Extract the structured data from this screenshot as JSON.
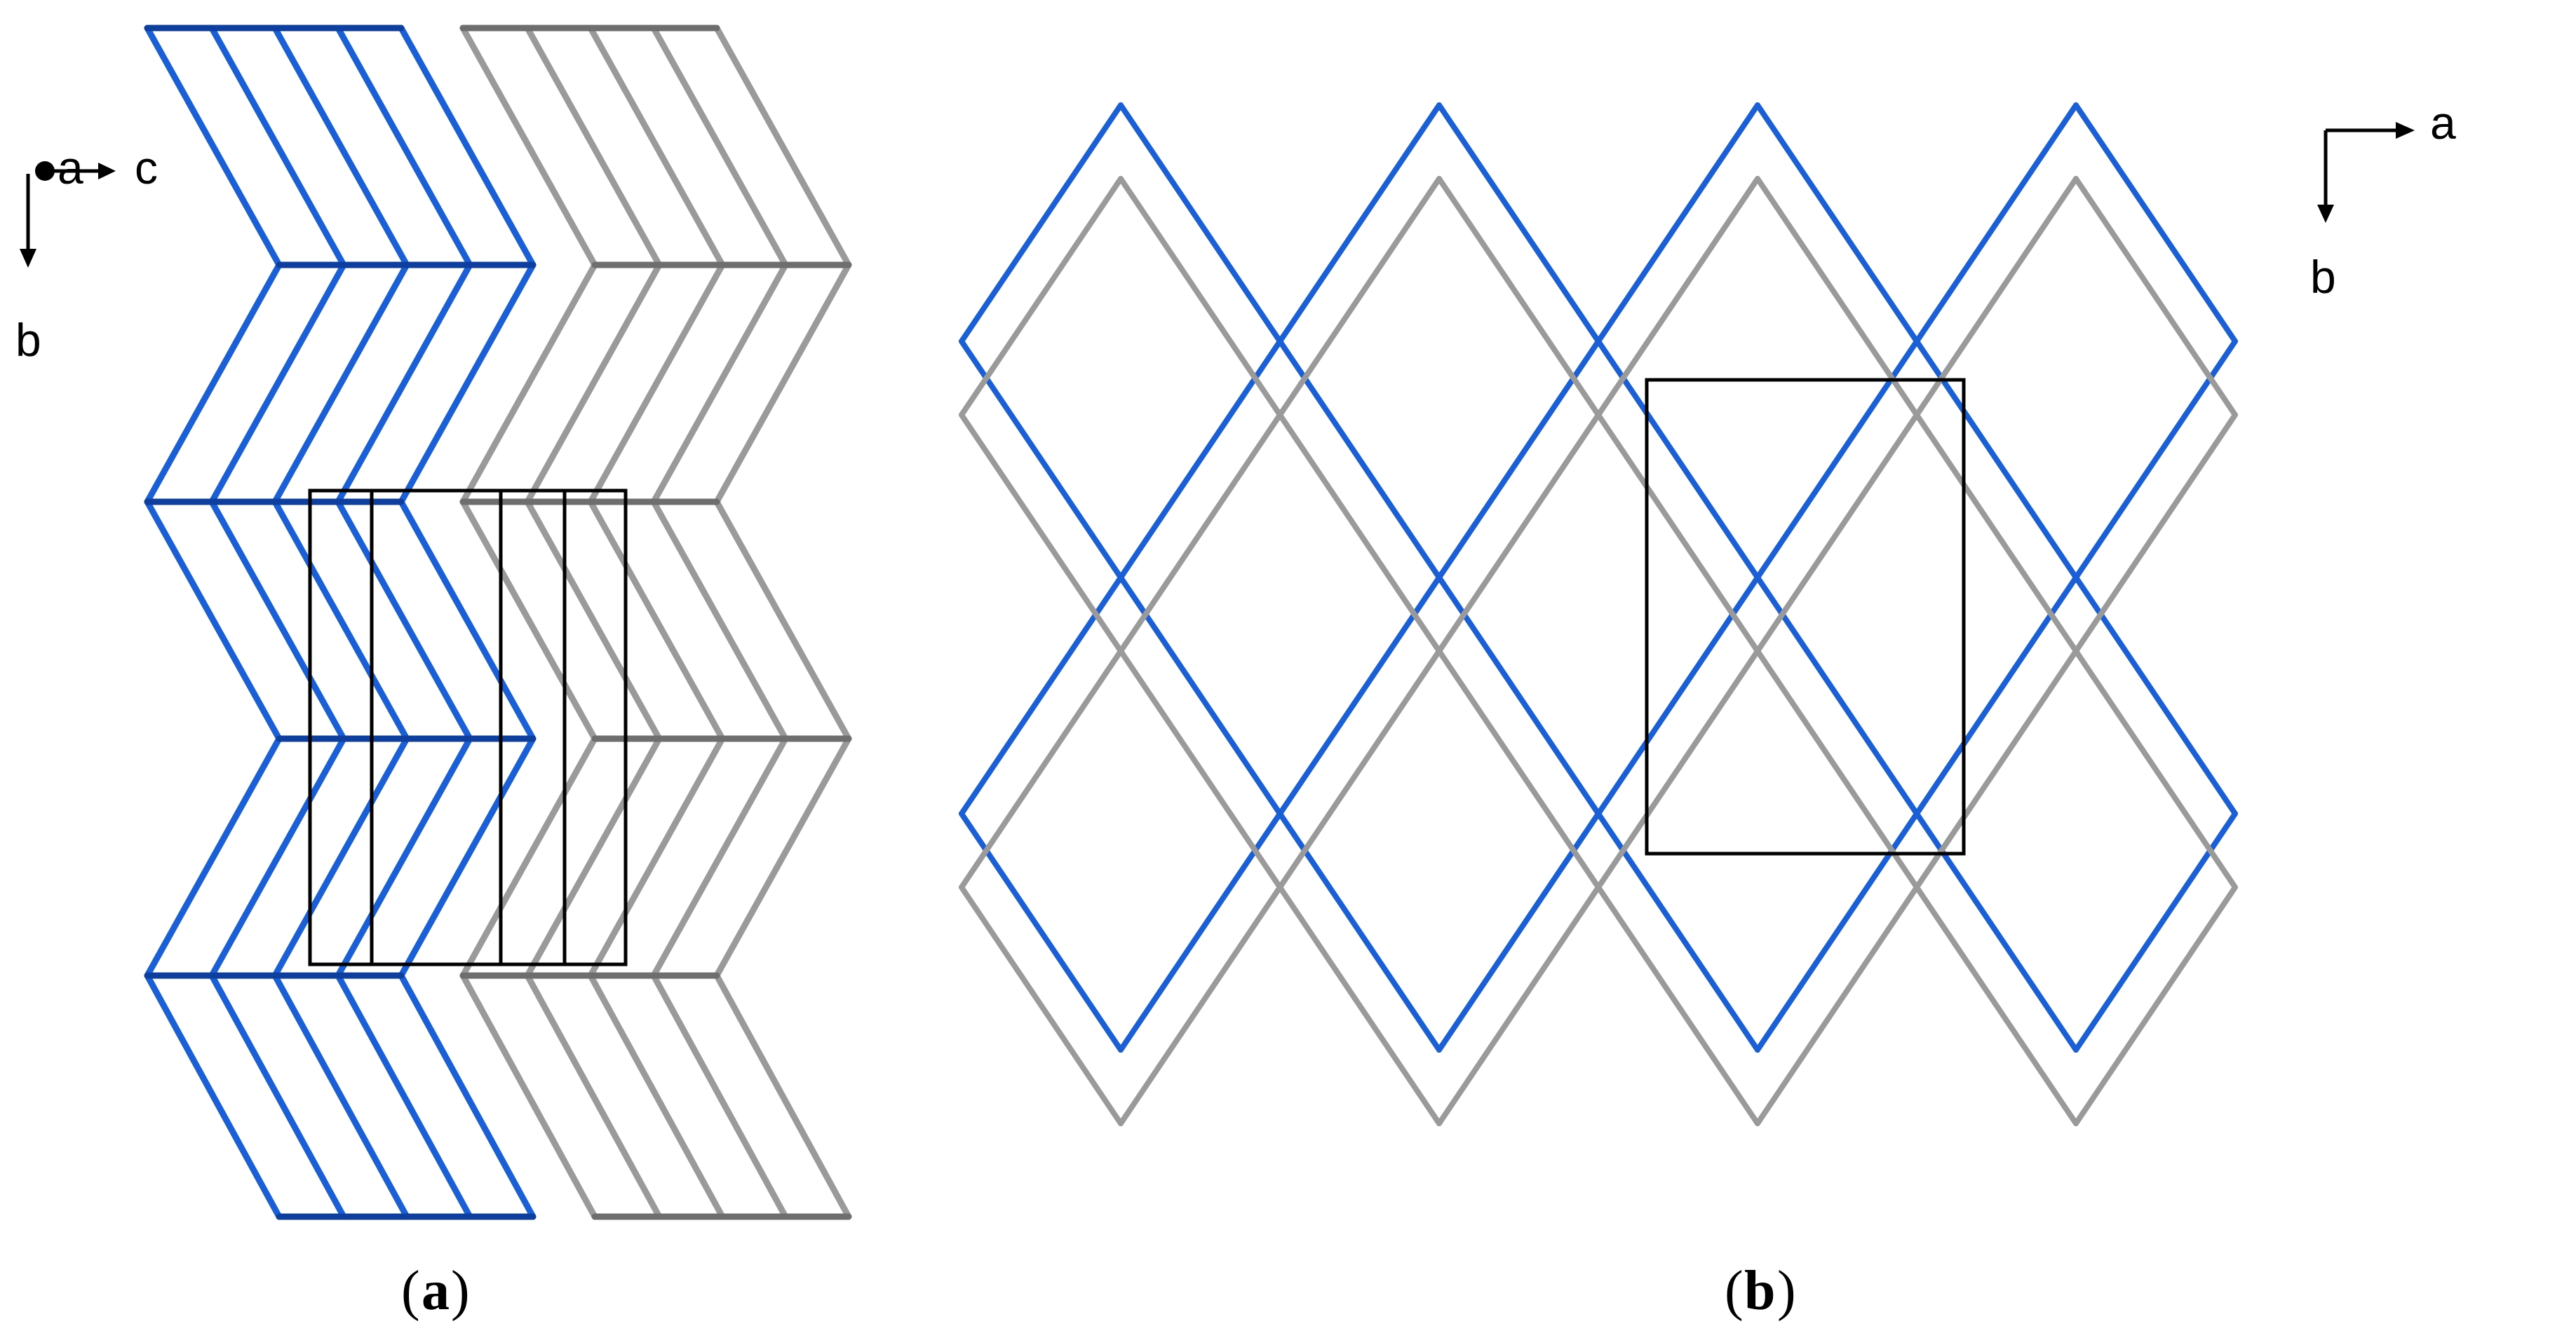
{
  "panels": [
    {
      "id": "a",
      "caption_letter": "a",
      "axes": {
        "out_of_plane": "a",
        "horizontal": "c",
        "vertical": "b"
      }
    },
    {
      "id": "b",
      "caption_letter": "b",
      "axes": {
        "horizontal": "a",
        "vertical": "b"
      }
    }
  ],
  "colors": {
    "blue_network": "#1a5fd6",
    "dark_blue_network": "#0f3f9e",
    "gray_network": "#9a9a9a",
    "dark_gray_network": "#6e6e6e",
    "unit_cell": "#000000"
  }
}
